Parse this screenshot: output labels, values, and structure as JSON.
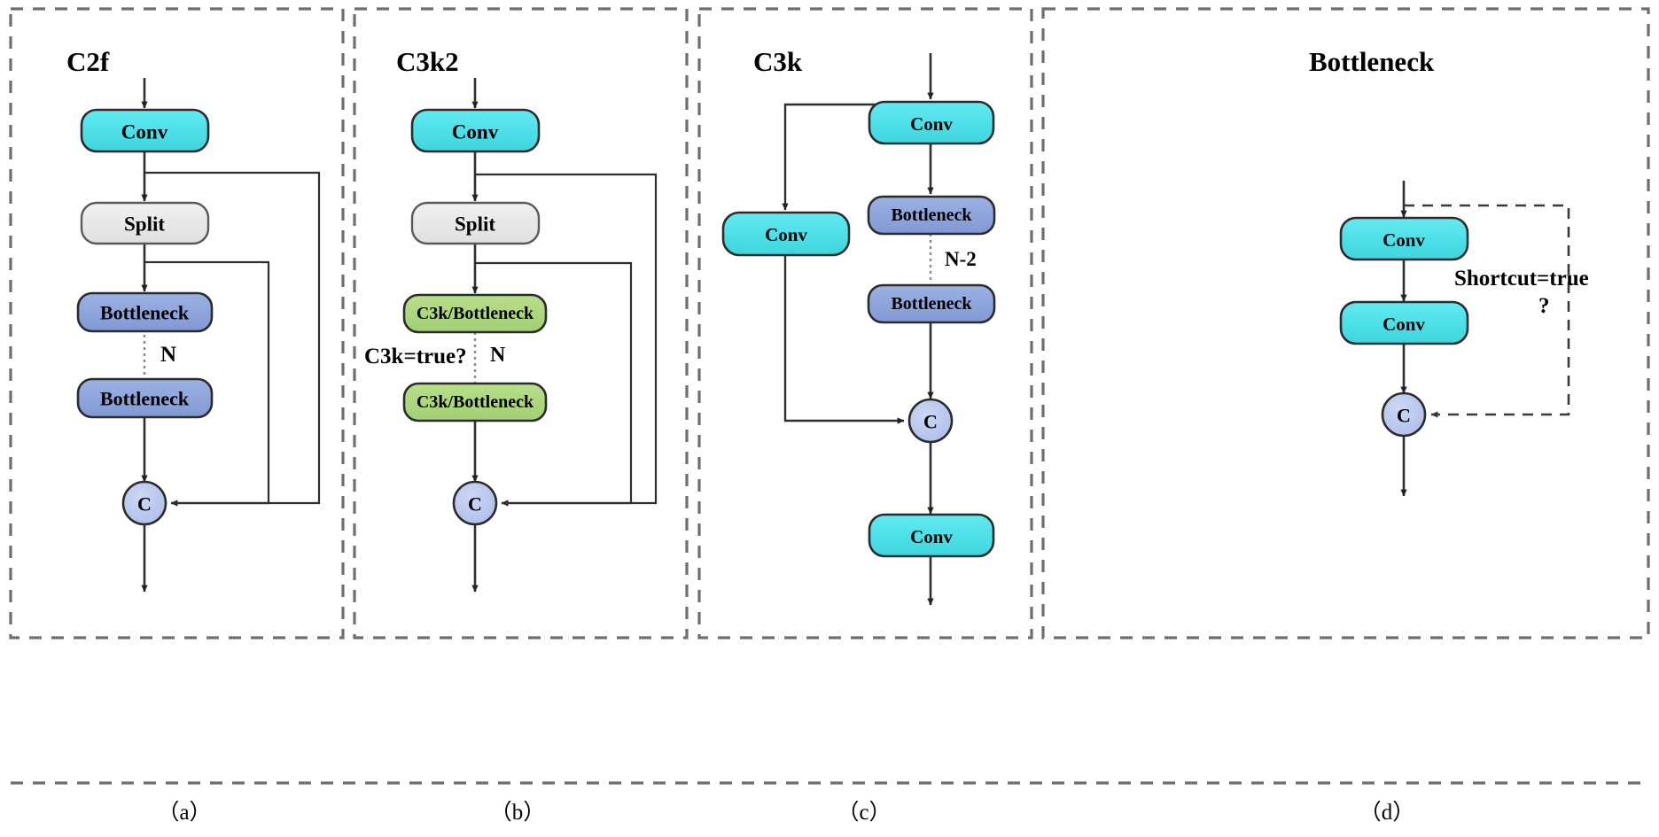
{
  "figure": {
    "background": "#ffffff",
    "panel_border_color": "#6e6e6e",
    "edge_color": "#333333",
    "colors": {
      "conv": "#4fe0e8",
      "conv_stroke": "#2b2b2b",
      "split": "#e8e8e8",
      "split_stroke": "#5a5a5a",
      "bottleneck": "#8da5dd",
      "bottleneck_stroke": "#2b2b2b",
      "c3k_bottleneck": "#aed581",
      "c3k_bottleneck_stroke": "#2b2b2b",
      "concat": "#b9c7ee",
      "concat_stroke": "#2b2b2b"
    }
  },
  "panels": [
    {
      "id": "panel-a",
      "title": "C2f",
      "caption": "（a）",
      "nodes": [
        {
          "name": "conv",
          "label": "Conv",
          "type": "conv"
        },
        {
          "name": "split",
          "label": "Split",
          "type": "split"
        },
        {
          "name": "bottleneck-1",
          "label": "Bottleneck",
          "type": "bottleneck"
        },
        {
          "name": "bottleneck-2",
          "label": "Bottleneck",
          "type": "bottleneck"
        },
        {
          "name": "concat",
          "label": "C",
          "type": "concat"
        }
      ],
      "annotations": [
        {
          "name": "repeat-count",
          "text": "N"
        }
      ]
    },
    {
      "id": "panel-b",
      "title": "C3k2",
      "caption": "（b）",
      "nodes": [
        {
          "name": "conv",
          "label": "Conv",
          "type": "conv"
        },
        {
          "name": "split",
          "label": "Split",
          "type": "split"
        },
        {
          "name": "c3k-bottleneck-1",
          "label": "C3k/Bottleneck",
          "type": "c3k_bottleneck"
        },
        {
          "name": "c3k-bottleneck-2",
          "label": "C3k/Bottleneck",
          "type": "c3k_bottleneck"
        },
        {
          "name": "concat",
          "label": "C",
          "type": "concat"
        }
      ],
      "annotations": [
        {
          "name": "c3k-condition",
          "text": "C3k=true?"
        },
        {
          "name": "repeat-count",
          "text": "N"
        }
      ]
    },
    {
      "id": "panel-c",
      "title": "C3k",
      "caption": "（c）",
      "nodes": [
        {
          "name": "conv-top",
          "label": "Conv",
          "type": "conv"
        },
        {
          "name": "conv-branch",
          "label": "Conv",
          "type": "conv"
        },
        {
          "name": "bottleneck-1",
          "label": "Bottleneck",
          "type": "bottleneck"
        },
        {
          "name": "bottleneck-2",
          "label": "Bottleneck",
          "type": "bottleneck"
        },
        {
          "name": "concat",
          "label": "C",
          "type": "concat"
        },
        {
          "name": "conv-out",
          "label": "Conv",
          "type": "conv"
        }
      ],
      "annotations": [
        {
          "name": "repeat-count",
          "text": "N-2"
        }
      ]
    },
    {
      "id": "panel-d",
      "title": "Bottleneck",
      "caption": "（d）",
      "nodes": [
        {
          "name": "conv-1",
          "label": "Conv",
          "type": "conv"
        },
        {
          "name": "conv-2",
          "label": "Conv",
          "type": "conv"
        },
        {
          "name": "concat",
          "label": "C",
          "type": "concat"
        }
      ],
      "annotations": [
        {
          "name": "shortcut-condition-line1",
          "text": "Shortcut=true"
        },
        {
          "name": "shortcut-condition-line2",
          "text": "?"
        }
      ]
    }
  ]
}
